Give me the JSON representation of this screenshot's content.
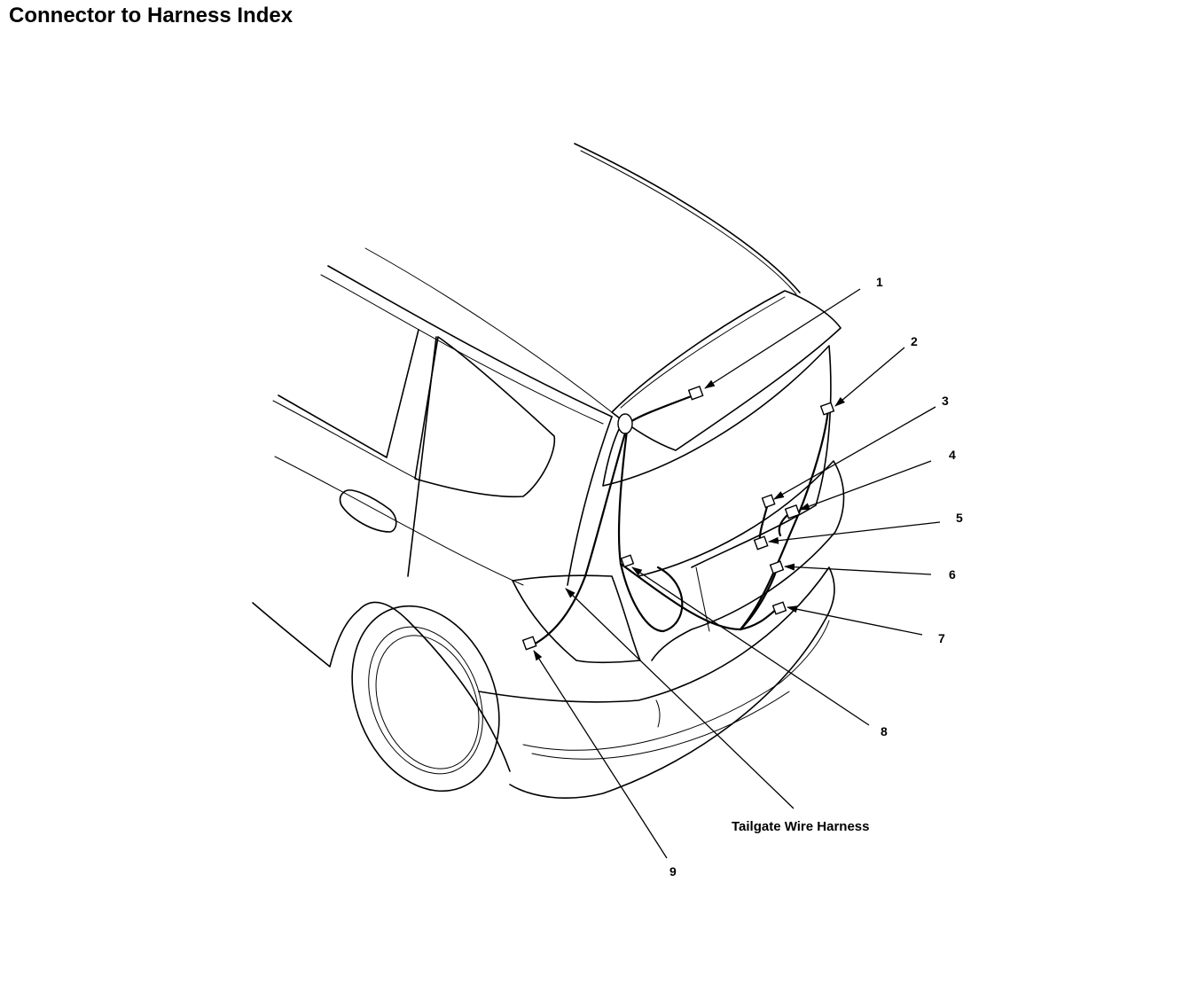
{
  "title": "Connector to Harness Index",
  "callouts": [
    {
      "number": "1"
    },
    {
      "number": "2"
    },
    {
      "number": "3"
    },
    {
      "number": "4"
    },
    {
      "number": "5"
    },
    {
      "number": "6"
    },
    {
      "number": "7"
    },
    {
      "number": "8"
    },
    {
      "number": "9"
    }
  ],
  "harness_label": "Tailgate Wire Harness"
}
